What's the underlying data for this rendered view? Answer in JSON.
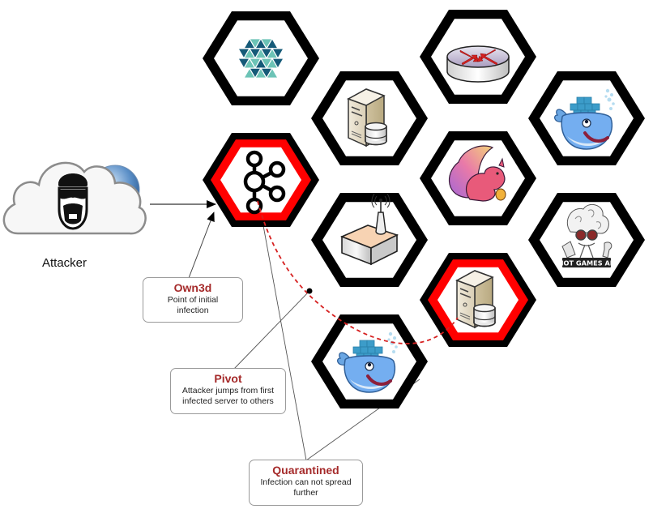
{
  "diagram": {
    "title": "Lateral movement / pivot attack across a hexagonal cluster of services",
    "colors": {
      "hex_border": "#000000",
      "infected_ring": "#ff0000",
      "callout_title": "#a52a2a",
      "pivot_path": "#d62020",
      "connector_line": "#555555"
    },
    "attacker": {
      "label": "Attacker",
      "icons": [
        "cloud-icon",
        "hacker-mask-icon",
        "globe-icon"
      ]
    },
    "nodes": [
      {
        "id": "hex-mesh-logo",
        "icon": "triangle-mesh-logo",
        "infected": false
      },
      {
        "id": "hex-kafka",
        "icon": "kafka-icon",
        "infected": true,
        "role": "initial infection"
      },
      {
        "id": "hex-server-1",
        "icon": "server-database-icon",
        "infected": false
      },
      {
        "id": "hex-router",
        "icon": "router-icon",
        "infected": false
      },
      {
        "id": "hex-access-point",
        "icon": "wireless-access-point-icon",
        "infected": false
      },
      {
        "id": "hex-flink",
        "icon": "flink-squirrel-icon",
        "infected": false
      },
      {
        "id": "hex-docker-1",
        "icon": "docker-whale-icon",
        "infected": false
      },
      {
        "id": "hex-riot",
        "icon": "riot-games-api-icon",
        "infected": false,
        "label": "RIOT GAMES API"
      },
      {
        "id": "hex-server-infected",
        "icon": "server-database-icon",
        "infected": true,
        "role": "pivot target"
      },
      {
        "id": "hex-docker-2",
        "icon": "docker-whale-icon",
        "infected": false
      }
    ],
    "callouts": [
      {
        "id": "own3d",
        "title": "Own3d",
        "desc_lines": [
          "Point of initial",
          "infection"
        ]
      },
      {
        "id": "pivot",
        "title": "Pivot",
        "desc_lines": [
          "Attacker jumps from first",
          "infected server to others"
        ]
      },
      {
        "id": "quarantined",
        "title": "Quarantined",
        "desc_lines": [
          "Infection can not spread",
          "further"
        ]
      }
    ]
  }
}
